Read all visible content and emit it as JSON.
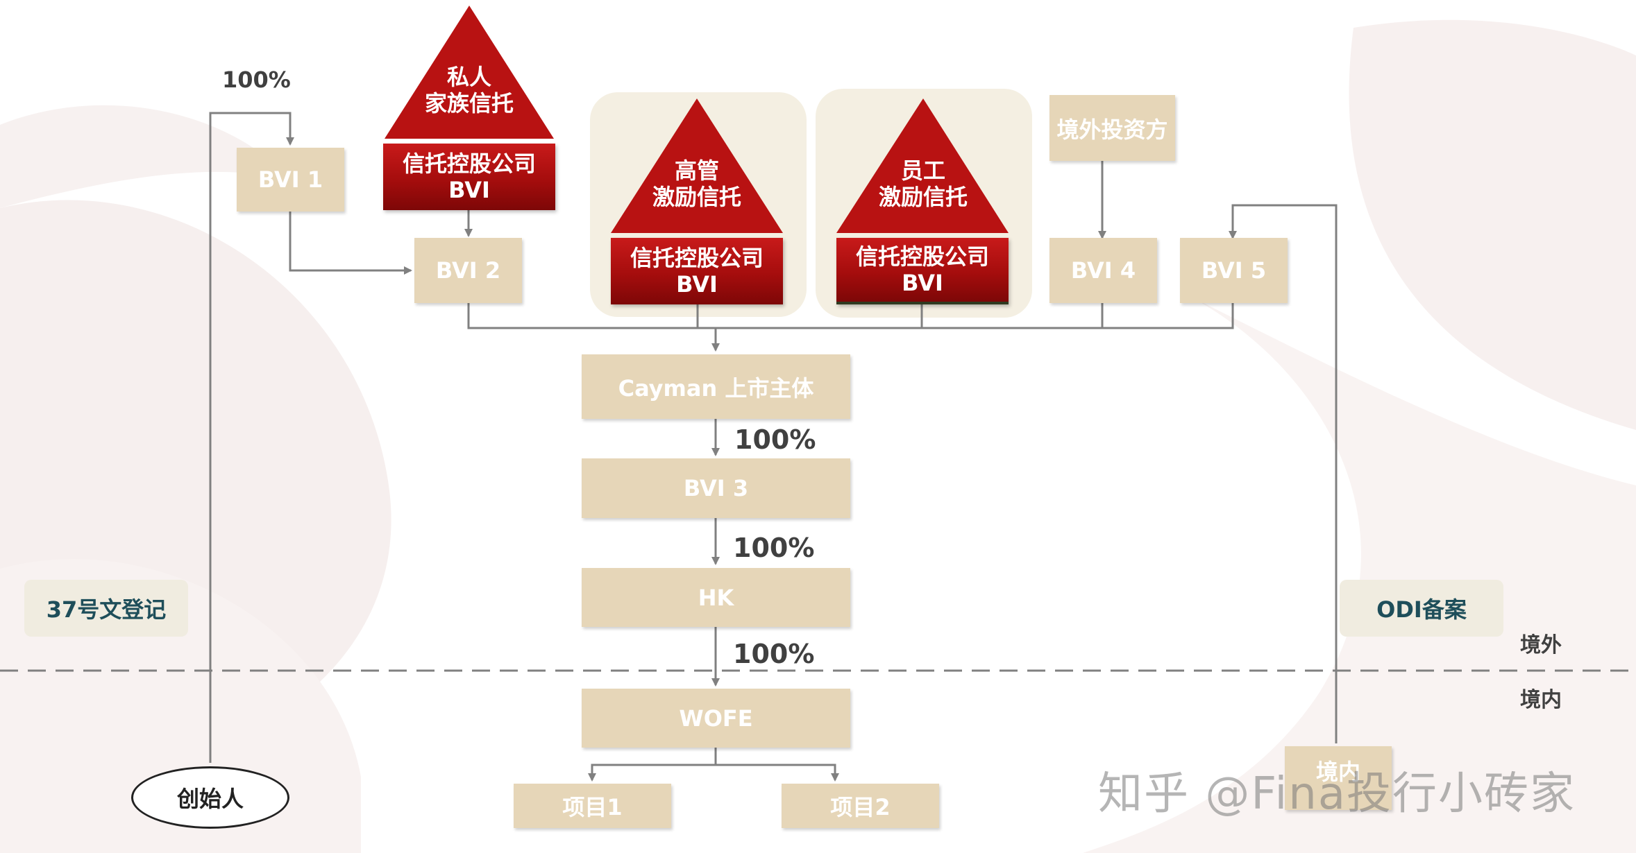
{
  "diagram": {
    "entities": {
      "bvi1": "BVI 1",
      "bvi2": "BVI 2",
      "bvi4": "BVI 4",
      "bvi5": "BVI 5",
      "cayman": "Cayman 上市主体",
      "bvi3": "BVI 3",
      "hk": "HK",
      "wofe": "WOFE",
      "project1": "项目1",
      "project2": "项目2",
      "overseas_investor": "境外投资方",
      "domestic": "境内"
    },
    "trusts": {
      "family": {
        "title_line1": "私人",
        "title_line2": "家族信托",
        "holding_line1": "信托控股公司",
        "holding_line2": "BVI"
      },
      "management": {
        "title_line1": "高管",
        "title_line2": "激励信托",
        "holding_line1": "信托控股公司",
        "holding_line2": "BVI"
      },
      "employee": {
        "title_line1": "员工",
        "title_line2": "激励信托",
        "holding_line1": "信托控股公司",
        "holding_line2": "BVI"
      }
    },
    "percentages": {
      "founder_to_bvi1": "100%",
      "cayman_to_bvi3": "100%",
      "bvi3_to_hk": "100%",
      "hk_to_wofe": "100%"
    },
    "tags": {
      "circular37": "37号文登记",
      "odi": "ODI备案"
    },
    "regions": {
      "overseas": "境外",
      "domestic": "境内"
    },
    "founder": "创始人",
    "watermark": "知乎 @Fina投行小砖家"
  },
  "colors": {
    "box_fill": "#e6d6b8",
    "trust_red": "#b01010",
    "panel": "#f4efe2",
    "line": "#808080",
    "tag_text": "#1e4e5a"
  }
}
